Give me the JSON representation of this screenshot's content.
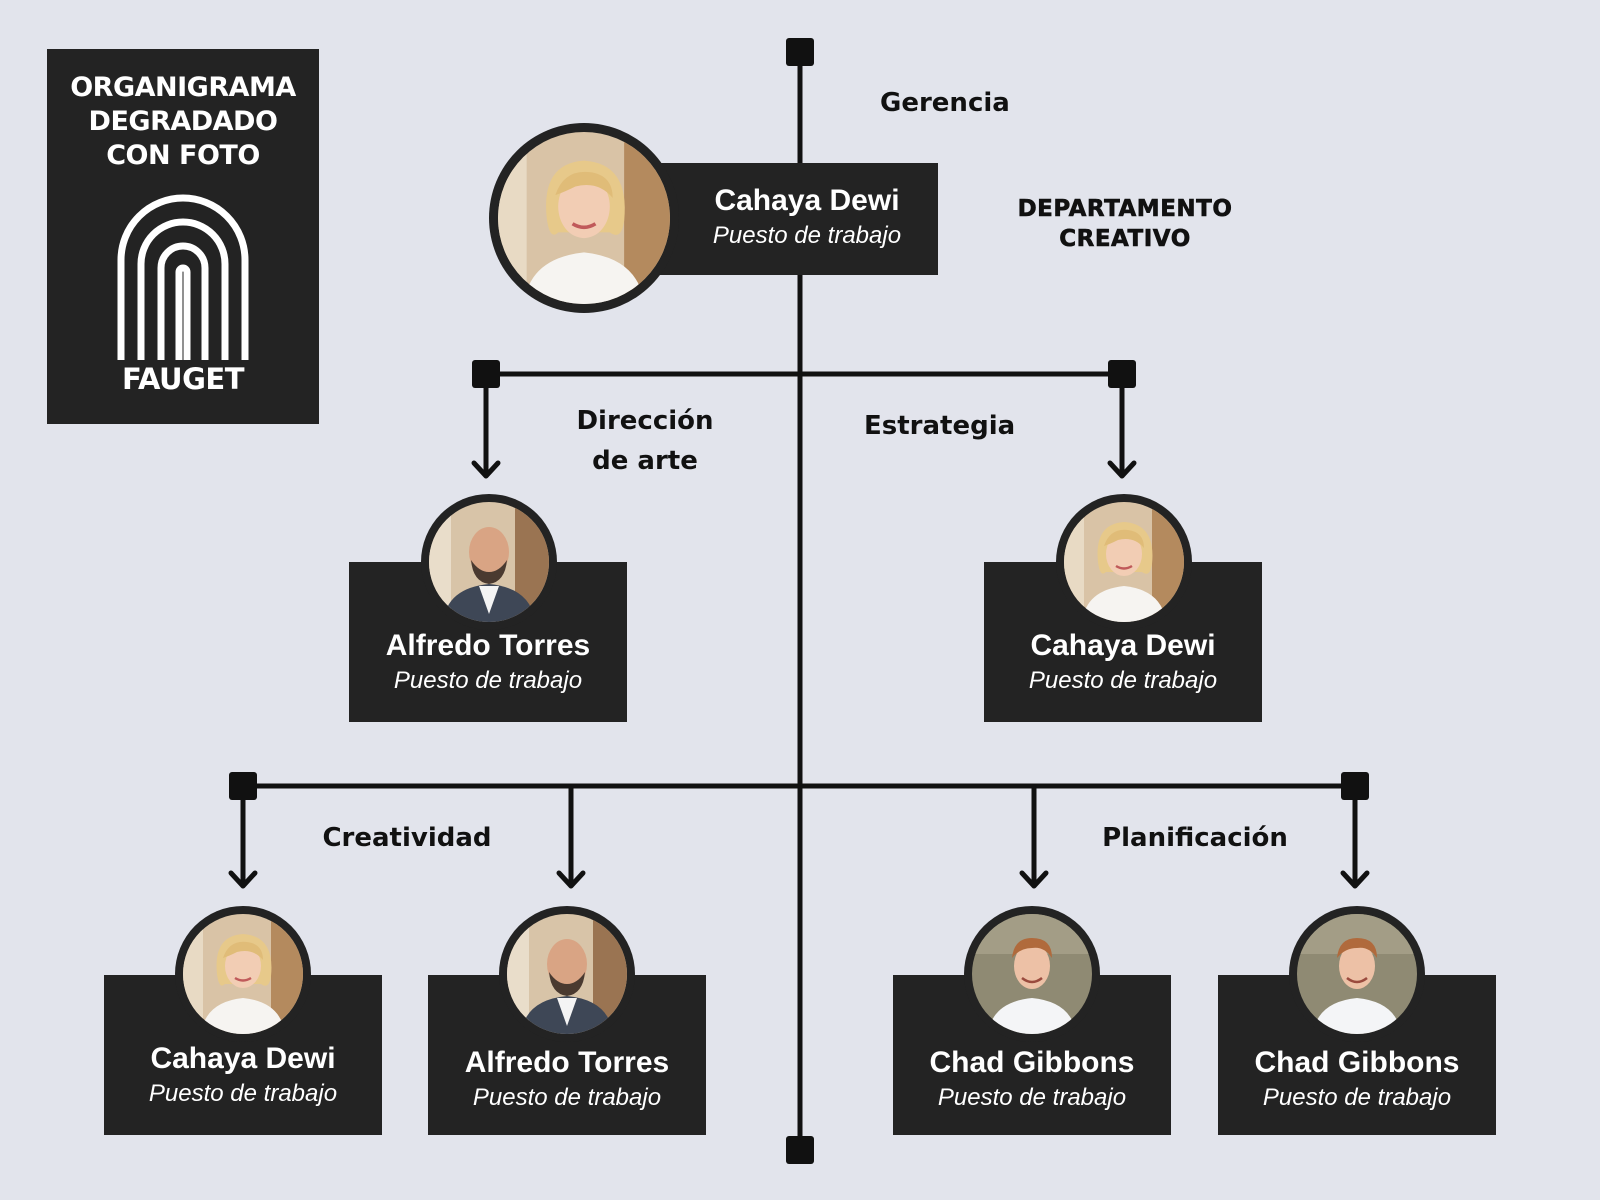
{
  "logo": {
    "title_lines": [
      "ORGANIGRAMA",
      "DEGRADADO",
      "CON FOTO"
    ],
    "brand": "FAUGET"
  },
  "department_title": [
    "DEPARTAMENTO",
    "CREATIVO"
  ],
  "sections": {
    "management": "Gerencia",
    "art_direction_lines": [
      "Dirección",
      "de arte"
    ],
    "strategy": "Estrategia",
    "creativity": "Creatividad",
    "planning": "Planificación"
  },
  "people": {
    "manager": {
      "name": "Cahaya Dewi",
      "role": "Puesto de trabajo",
      "avatar": "woman-blonde-photo"
    },
    "art_director": {
      "name": "Alfredo Torres",
      "role": "Puesto de trabajo",
      "avatar": "man-bald-beard-photo"
    },
    "strategist": {
      "name": "Cahaya Dewi",
      "role": "Puesto de trabajo",
      "avatar": "woman-blonde-photo"
    },
    "creative_1": {
      "name": "Cahaya Dewi",
      "role": "Puesto de trabajo",
      "avatar": "woman-blonde-photo"
    },
    "creative_2": {
      "name": "Alfredo Torres",
      "role": "Puesto de trabajo",
      "avatar": "man-bald-beard-photo"
    },
    "planner_1": {
      "name": "Chad Gibbons",
      "role": "Puesto de trabajo",
      "avatar": "man-redhair-photo"
    },
    "planner_2": {
      "name": "Chad Gibbons",
      "role": "Puesto de trabajo",
      "avatar": "man-redhair-photo"
    }
  },
  "colors": {
    "background": "#e2e4ec",
    "panel": "#232323",
    "text_light": "#ffffff",
    "line": "#111111"
  }
}
